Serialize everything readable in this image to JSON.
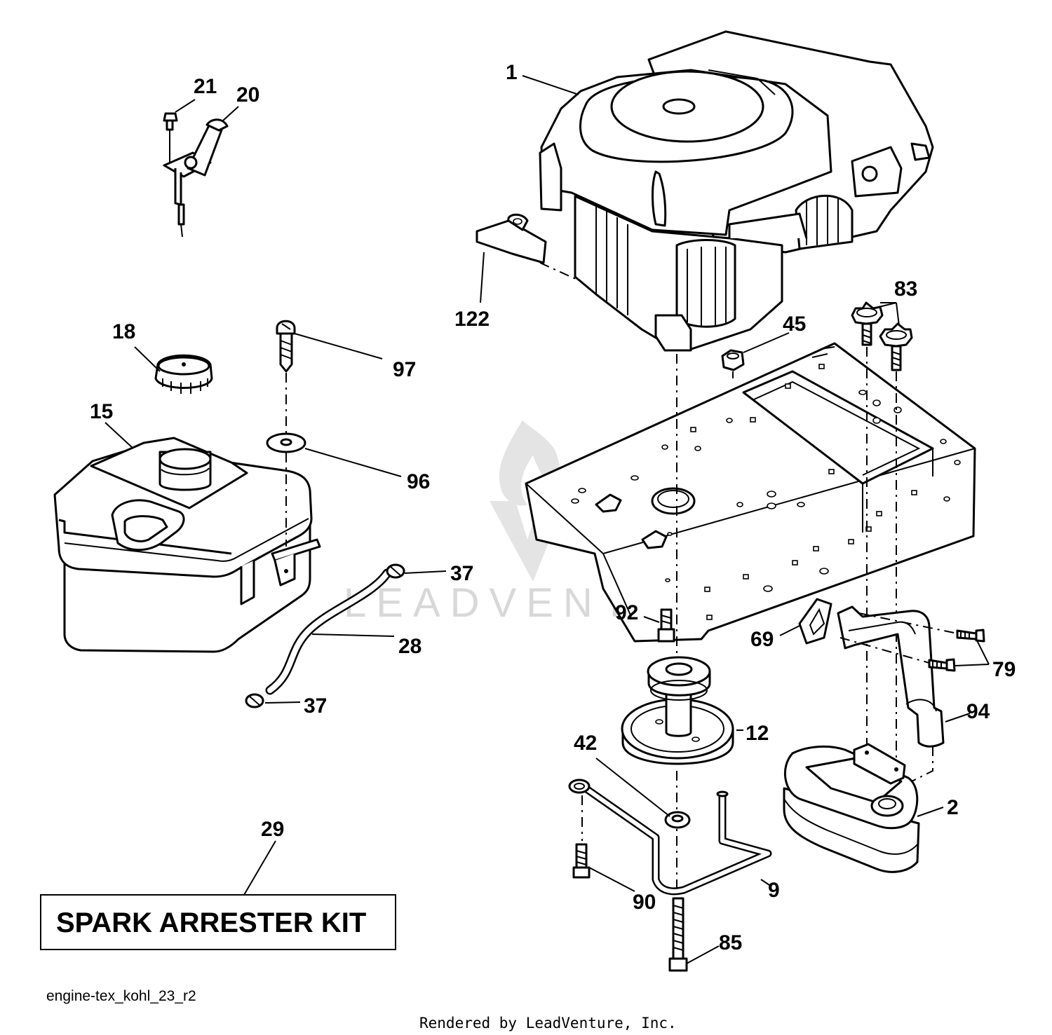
{
  "diagram": {
    "kit_label": "SPARK ARRESTER KIT",
    "drawing_code": "engine-tex_kohl_23_r2",
    "credit": "Rendered by LeadVenture, Inc.",
    "watermark": "LEADVENTURE",
    "callouts": {
      "c1": "1",
      "c2": "2",
      "c9": "9",
      "c12": "12",
      "c15": "15",
      "c18": "18",
      "c20": "20",
      "c21": "21",
      "c28": "28",
      "c29": "29",
      "c37a": "37",
      "c37b": "37",
      "c42": "42",
      "c45": "45",
      "c69": "69",
      "c79": "79",
      "c83": "83",
      "c85": "85",
      "c90": "90",
      "c92": "92",
      "c94": "94",
      "c96": "96",
      "c97": "97",
      "c122": "122"
    }
  }
}
